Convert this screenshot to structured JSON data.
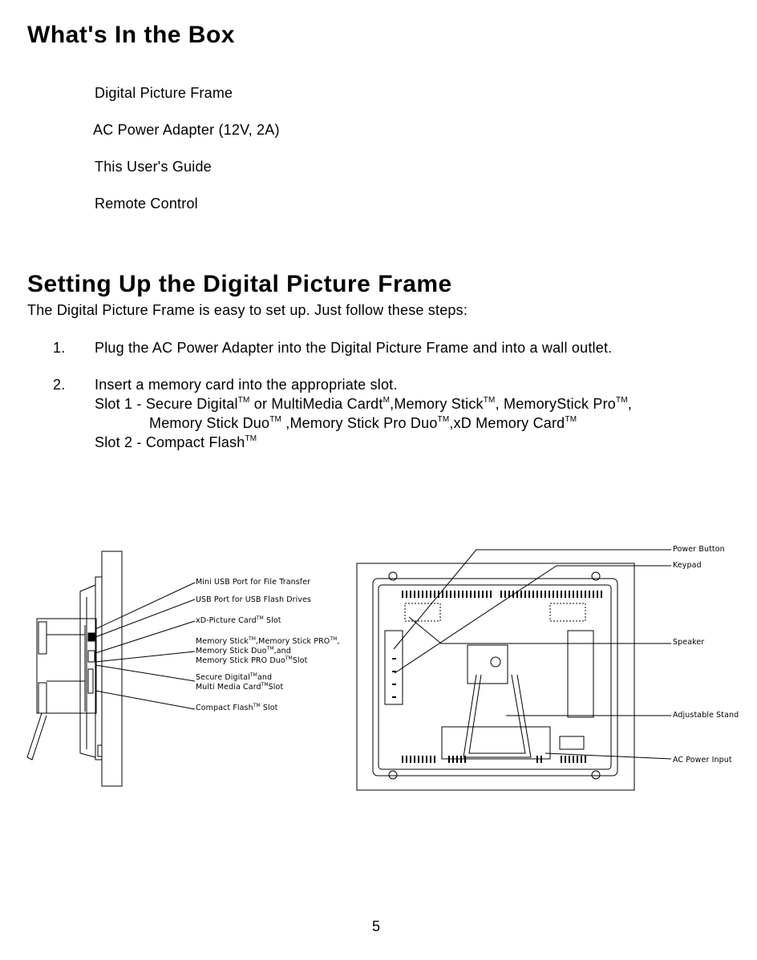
{
  "box": {
    "title": "What's In the Box",
    "items": [
      "Digital Picture Frame",
      "AC Power Adapter (12V,  2A)",
      "This User's Guide",
      "Remote Control"
    ]
  },
  "setup": {
    "title": "Setting Up the Digital Picture Frame",
    "intro": "The Digital Picture Frame is easy to set up. Just follow these steps:",
    "step1": {
      "num": "1.",
      "text": "Plug the AC Power Adapter into the Digital Picture Frame and into a wall outlet."
    },
    "step2": {
      "num": "2.",
      "text": "Insert a memory card into the appropriate slot.",
      "slot1_a": "Slot 1 - Secure Digital",
      "slot1_b": " or MultiMedia Cardt",
      "slot1_c": ",Memory Stick",
      "slot1_d": ", MemoryStick Pro",
      "slot1_e": ",",
      "slot1_line2_a": "Memory Stick Duo",
      "slot1_line2_b": " ,Memory Stick Pro Duo",
      "slot1_line2_c": ",xD Memory Card",
      "slot2": "Slot 2 - Compact Flash",
      "tm": "TM",
      "m": "M"
    }
  },
  "side_labels": {
    "mini_usb": "Mini USB Port for File Transfer",
    "usb": "USB Port for USB Flash Drives",
    "xd_a": "xD-Picture Card",
    "xd_b": " Slot",
    "ms_a": "Memory Stick",
    "ms_b": ",Memory Stick PRO",
    "ms_c": ",",
    "ms_duo_a": "Memory Stick Duo",
    "ms_duo_b": ",and",
    "ms_pro_duo_a": "Memory Stick PRO Duo",
    "ms_pro_duo_b": "Slot",
    "sd_a": "Secure Digital",
    "sd_b": "and",
    "mmc_a": "Multi Media Card",
    "mmc_b": "Slot",
    "cf_a": "Compact Flash",
    "cf_b": " Slot"
  },
  "back_labels": {
    "power_button": "Power Button",
    "keypad": "Keypad",
    "speaker": "Speaker",
    "stand": "Adjustable Stand",
    "ac_input": "AC Power Input"
  },
  "page_number": "5"
}
